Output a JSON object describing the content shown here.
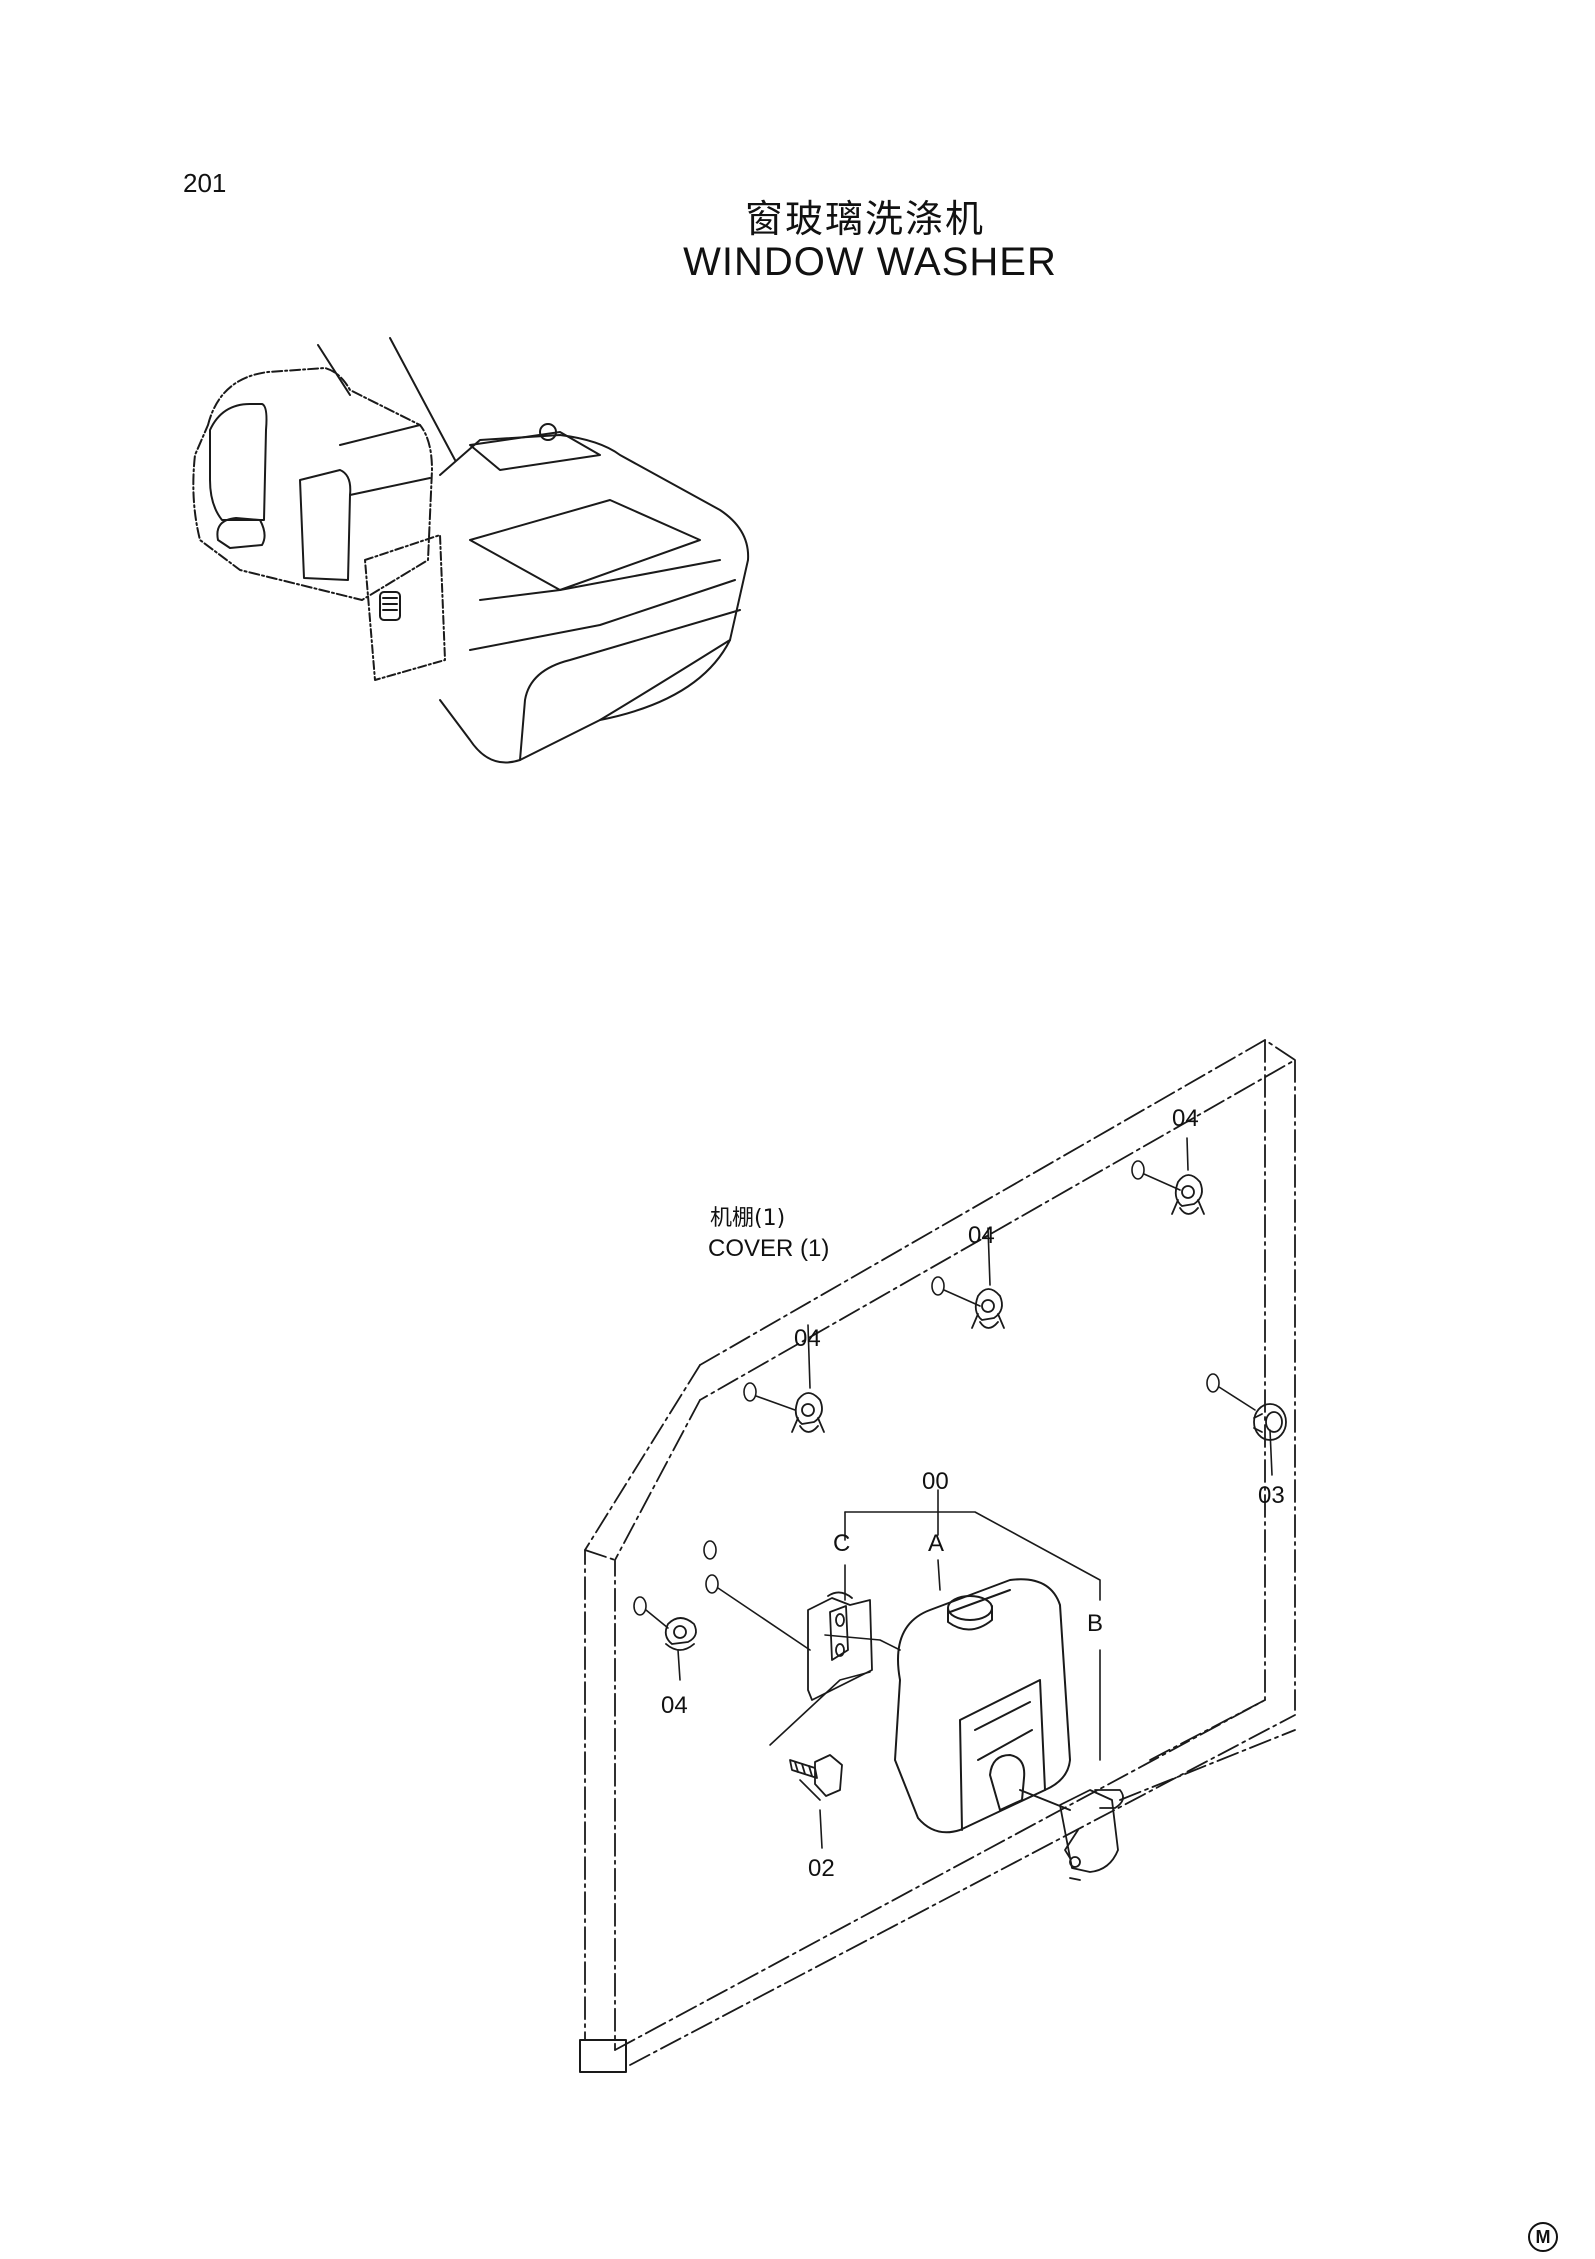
{
  "page": {
    "number": "201",
    "title_cn": "窗玻璃洗涤机",
    "title_en": "WINDOW WASHER",
    "mark": "M"
  },
  "diagram": {
    "cover_label_cn": "机棚(1)",
    "cover_label_en": "COVER (1)",
    "callouts": {
      "assembly": "00",
      "tank": "A",
      "pump": "B",
      "bracket": "C",
      "bolt": "02",
      "grommet": "03",
      "clamp": "04"
    }
  }
}
